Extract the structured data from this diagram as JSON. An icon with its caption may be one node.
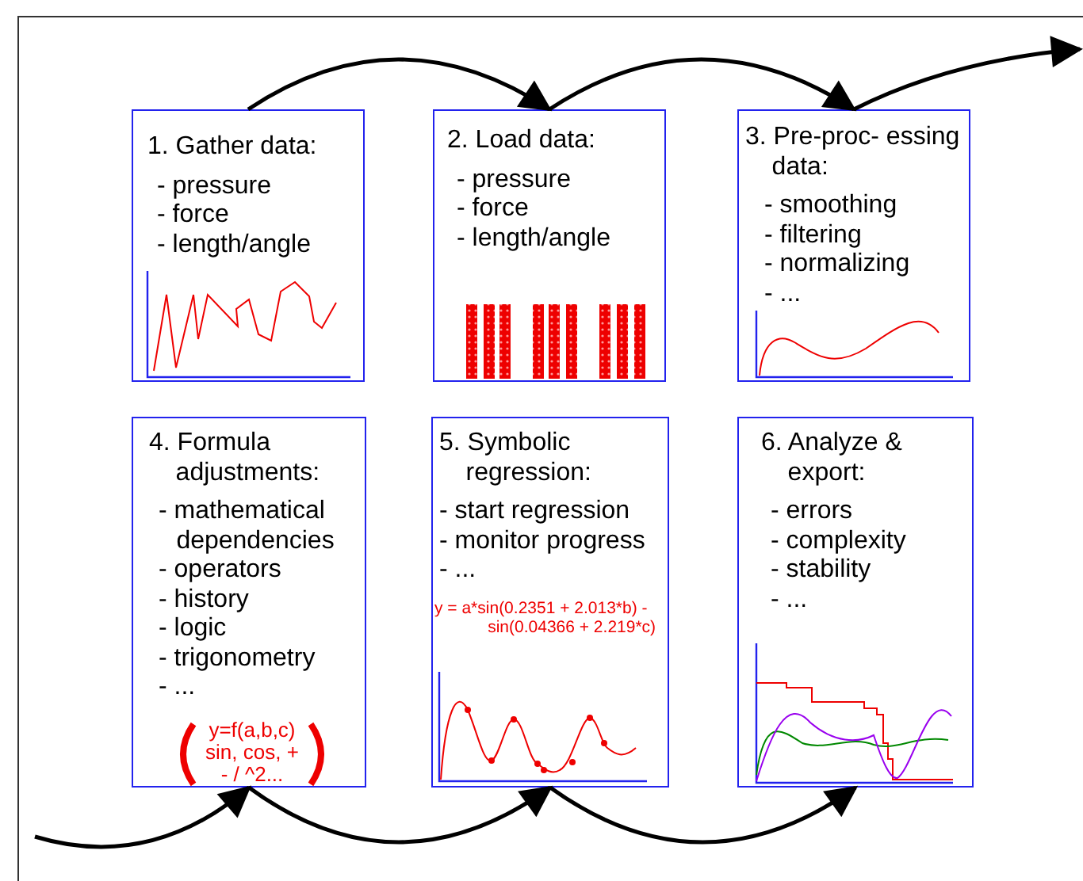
{
  "diagram": {
    "nodes": [
      {
        "text": [
          "1. Gather data:",
          "- pressure",
          "- force",
          "- length/angle"
        ]
      },
      {
        "text": [
          "2. Load data:",
          "- pressure",
          "- force",
          "- length/angle"
        ]
      },
      {
        "text": [
          "3. Pre-proc- essing data:",
          "- smoothing",
          "- filtering",
          "- normalizing",
          "- ..."
        ]
      },
      {
        "text": [
          "4. Formula adjustments:",
          "- mathematical dependencies",
          "- operators",
          "- history",
          "- logic",
          "- trigonometry",
          "- ...",
          "y=f(a,b,c) sin, cos, + - / ^2..."
        ]
      },
      {
        "text": [
          "5. Symbolic regression:",
          "- start regression",
          "- monitor progress",
          "- ...",
          "y = a*sin(0.2351 + 2.013*b) - sin(0.04366 + 2.219*c)"
        ]
      },
      {
        "text": [
          "6. Analyze & export:",
          "- errors",
          "- complexity",
          "- stability",
          "- ..."
        ]
      }
    ],
    "edges": [
      {
        "from": 0,
        "to": 1,
        "arrow": "to"
      },
      {
        "from": 1,
        "to": 2,
        "arrow": "to"
      },
      {
        "from": 2,
        "to": null,
        "arrow": "to"
      },
      {
        "from": null,
        "to": 3,
        "arrow": "to"
      },
      {
        "from": 3,
        "to": 4,
        "arrow": "to"
      },
      {
        "from": 4,
        "to": 5,
        "arrow": "to"
      }
    ]
  }
}
